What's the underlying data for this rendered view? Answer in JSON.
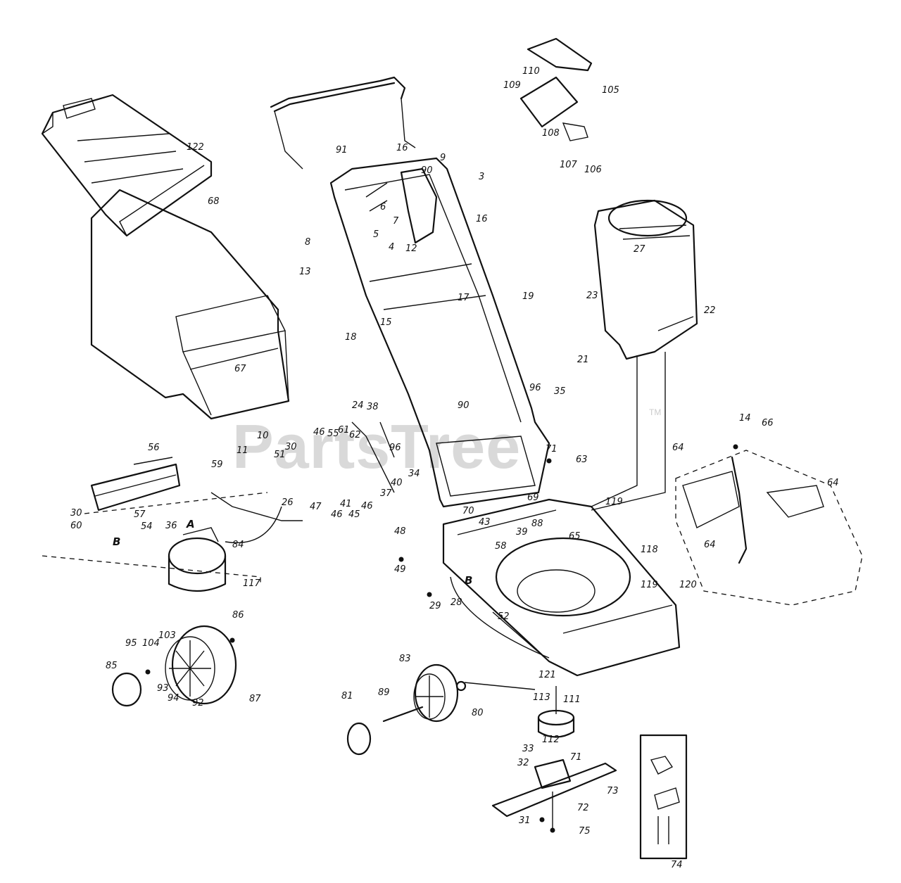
{
  "watermark": {
    "text": "PartsTree",
    "trademark": "TM"
  },
  "callouts": [
    {
      "id": "122",
      "text": "122"
    },
    {
      "id": "68",
      "text": "68"
    },
    {
      "id": "67",
      "text": "67"
    },
    {
      "id": "91",
      "text": "91"
    },
    {
      "id": "16a",
      "text": "16"
    },
    {
      "id": "90a",
      "text": "90"
    },
    {
      "id": "9",
      "text": "9"
    },
    {
      "id": "3",
      "text": "3"
    },
    {
      "id": "6",
      "text": "6"
    },
    {
      "id": "7",
      "text": "7"
    },
    {
      "id": "16b",
      "text": "16"
    },
    {
      "id": "4",
      "text": "4"
    },
    {
      "id": "5",
      "text": "5"
    },
    {
      "id": "12",
      "text": "12"
    },
    {
      "id": "8",
      "text": "8"
    },
    {
      "id": "13",
      "text": "13"
    },
    {
      "id": "18",
      "text": "18"
    },
    {
      "id": "15",
      "text": "15"
    },
    {
      "id": "17",
      "text": "17"
    },
    {
      "id": "19",
      "text": "19"
    },
    {
      "id": "110",
      "text": "110"
    },
    {
      "id": "109",
      "text": "109"
    },
    {
      "id": "105",
      "text": "105"
    },
    {
      "id": "108",
      "text": "108"
    },
    {
      "id": "107",
      "text": "107"
    },
    {
      "id": "106",
      "text": "106"
    },
    {
      "id": "27",
      "text": "27"
    },
    {
      "id": "23",
      "text": "23"
    },
    {
      "id": "22",
      "text": "22"
    },
    {
      "id": "21",
      "text": "21"
    },
    {
      "id": "96a",
      "text": "96"
    },
    {
      "id": "35",
      "text": "35"
    },
    {
      "id": "90b",
      "text": "90"
    },
    {
      "id": "24",
      "text": "24"
    },
    {
      "id": "38",
      "text": "38"
    },
    {
      "id": "14",
      "text": "14"
    },
    {
      "id": "66",
      "text": "66"
    },
    {
      "id": "64a",
      "text": "64"
    },
    {
      "id": "64b",
      "text": "64"
    },
    {
      "id": "64c",
      "text": "64"
    },
    {
      "id": "56",
      "text": "56"
    },
    {
      "id": "10",
      "text": "10"
    },
    {
      "id": "11",
      "text": "11"
    },
    {
      "id": "46a",
      "text": "46"
    },
    {
      "id": "55",
      "text": "55"
    },
    {
      "id": "61",
      "text": "61"
    },
    {
      "id": "62",
      "text": "62"
    },
    {
      "id": "96b",
      "text": "96"
    },
    {
      "id": "71",
      "text": "71"
    },
    {
      "id": "63",
      "text": "63"
    },
    {
      "id": "59",
      "text": "59"
    },
    {
      "id": "51",
      "text": "51"
    },
    {
      "id": "30a",
      "text": "30"
    },
    {
      "id": "34",
      "text": "34"
    },
    {
      "id": "37",
      "text": "37"
    },
    {
      "id": "40",
      "text": "40"
    },
    {
      "id": "57",
      "text": "57"
    },
    {
      "id": "26",
      "text": "26"
    },
    {
      "id": "47",
      "text": "47"
    },
    {
      "id": "41",
      "text": "41"
    },
    {
      "id": "46b",
      "text": "46"
    },
    {
      "id": "45",
      "text": "45"
    },
    {
      "id": "46c",
      "text": "46"
    },
    {
      "id": "30b",
      "text": "30"
    },
    {
      "id": "60",
      "text": "60"
    },
    {
      "id": "54",
      "text": "54"
    },
    {
      "id": "36",
      "text": "36"
    },
    {
      "id": "70",
      "text": "70"
    },
    {
      "id": "69",
      "text": "69"
    },
    {
      "id": "119a",
      "text": "119"
    },
    {
      "id": "88",
      "text": "88"
    },
    {
      "id": "39",
      "text": "39"
    },
    {
      "id": "58",
      "text": "58"
    },
    {
      "id": "43",
      "text": "43"
    },
    {
      "id": "48",
      "text": "48"
    },
    {
      "id": "65",
      "text": "65"
    },
    {
      "id": "118",
      "text": "118"
    },
    {
      "id": "49",
      "text": "49"
    },
    {
      "id": "84",
      "text": "84"
    },
    {
      "id": "117",
      "text": "117"
    },
    {
      "id": "29",
      "text": "29"
    },
    {
      "id": "28",
      "text": "28"
    },
    {
      "id": "52",
      "text": "52"
    },
    {
      "id": "119b",
      "text": "119"
    },
    {
      "id": "120",
      "text": "120"
    },
    {
      "id": "86",
      "text": "86"
    },
    {
      "id": "95",
      "text": "95"
    },
    {
      "id": "104",
      "text": "104"
    },
    {
      "id": "103",
      "text": "103"
    },
    {
      "id": "83",
      "text": "83"
    },
    {
      "id": "121",
      "text": "121"
    },
    {
      "id": "85",
      "text": "85"
    },
    {
      "id": "93",
      "text": "93"
    },
    {
      "id": "94",
      "text": "94"
    },
    {
      "id": "92",
      "text": "92"
    },
    {
      "id": "87",
      "text": "87"
    },
    {
      "id": "81",
      "text": "81"
    },
    {
      "id": "89",
      "text": "89"
    },
    {
      "id": "80",
      "text": "80"
    },
    {
      "id": "113",
      "text": "113"
    },
    {
      "id": "111",
      "text": "111"
    },
    {
      "id": "112",
      "text": "112"
    },
    {
      "id": "33",
      "text": "33"
    },
    {
      "id": "32",
      "text": "32"
    },
    {
      "id": "71b",
      "text": "71"
    },
    {
      "id": "73",
      "text": "73"
    },
    {
      "id": "72",
      "text": "72"
    },
    {
      "id": "31",
      "text": "31"
    },
    {
      "id": "75",
      "text": "75"
    },
    {
      "id": "74",
      "text": "74"
    }
  ],
  "markers": [
    {
      "id": "B1",
      "text": "B"
    },
    {
      "id": "B2",
      "text": "B"
    },
    {
      "id": "A1",
      "text": "A"
    }
  ]
}
